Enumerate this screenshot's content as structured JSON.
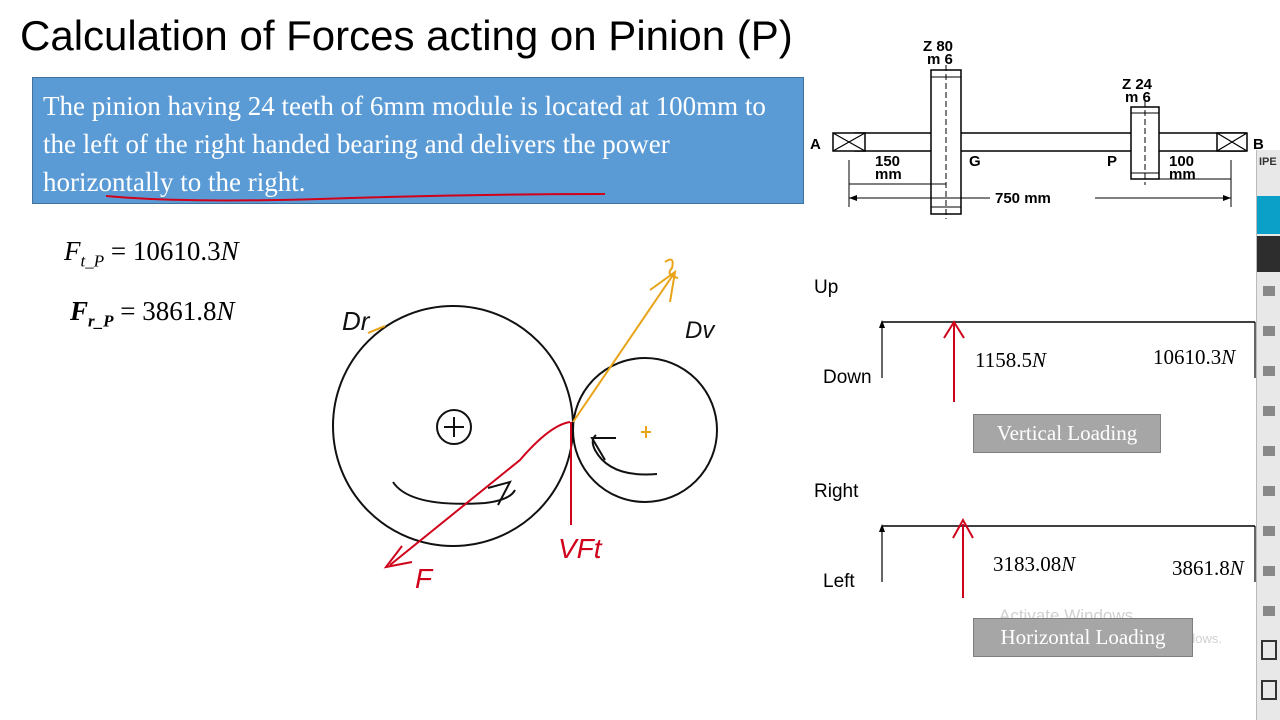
{
  "slide": {
    "title": "Calculation of Forces acting on Pinion (P)",
    "problem_text": "The pinion having 24 teeth of 6mm module is located at 100mm to the left of the right handed bearing and delivers the power horizontally to the right."
  },
  "formulas": {
    "ft": {
      "symbol": "F",
      "subscript": "t_P",
      "value": "= 10610.3",
      "unit": "N"
    },
    "fr": {
      "symbol": "F",
      "subscript": "r_P",
      "value": "= 3861.8",
      "unit": "N"
    }
  },
  "shaft_diagram": {
    "gear_g_teeth": "Z 80",
    "gear_g_module": "m 6",
    "gear_p_teeth": "Z 24",
    "gear_p_module": "m 6",
    "bearing_a": "A",
    "bearing_b": "B",
    "gear_g": "G",
    "gear_p": "P",
    "dim_left_value": "150",
    "dim_left_unit": "mm",
    "dim_right_value": "100",
    "dim_right_unit": "mm",
    "dim_total": "750 mm"
  },
  "handwriting": {
    "driver": "Dr",
    "driven": "Dv",
    "force_f": "F",
    "force_ft": "VFt",
    "force_top": "F"
  },
  "vertical_loading": {
    "up_label": "Up",
    "down_label": "Down",
    "reaction": "1158.5",
    "reaction_unit": "N",
    "load": "10610.3",
    "load_unit": "N",
    "button": "Vertical Loading"
  },
  "horizontal_loading": {
    "right_label": "Right",
    "left_label": "Left",
    "reaction": "3183.08",
    "reaction_unit": "N",
    "load": "3861.8",
    "load_unit": "N",
    "button": "Horizontal Loading"
  },
  "watermark": {
    "line1": "Activate Windows",
    "line2": "dows."
  },
  "toolbar": {
    "label": "IPE"
  },
  "colors": {
    "box_fill": "#5b9bd5",
    "ink_red": "#d0021b",
    "ink_orange": "#e8a317",
    "ink_black": "#111111",
    "button_grey": "#a6a6a6"
  }
}
